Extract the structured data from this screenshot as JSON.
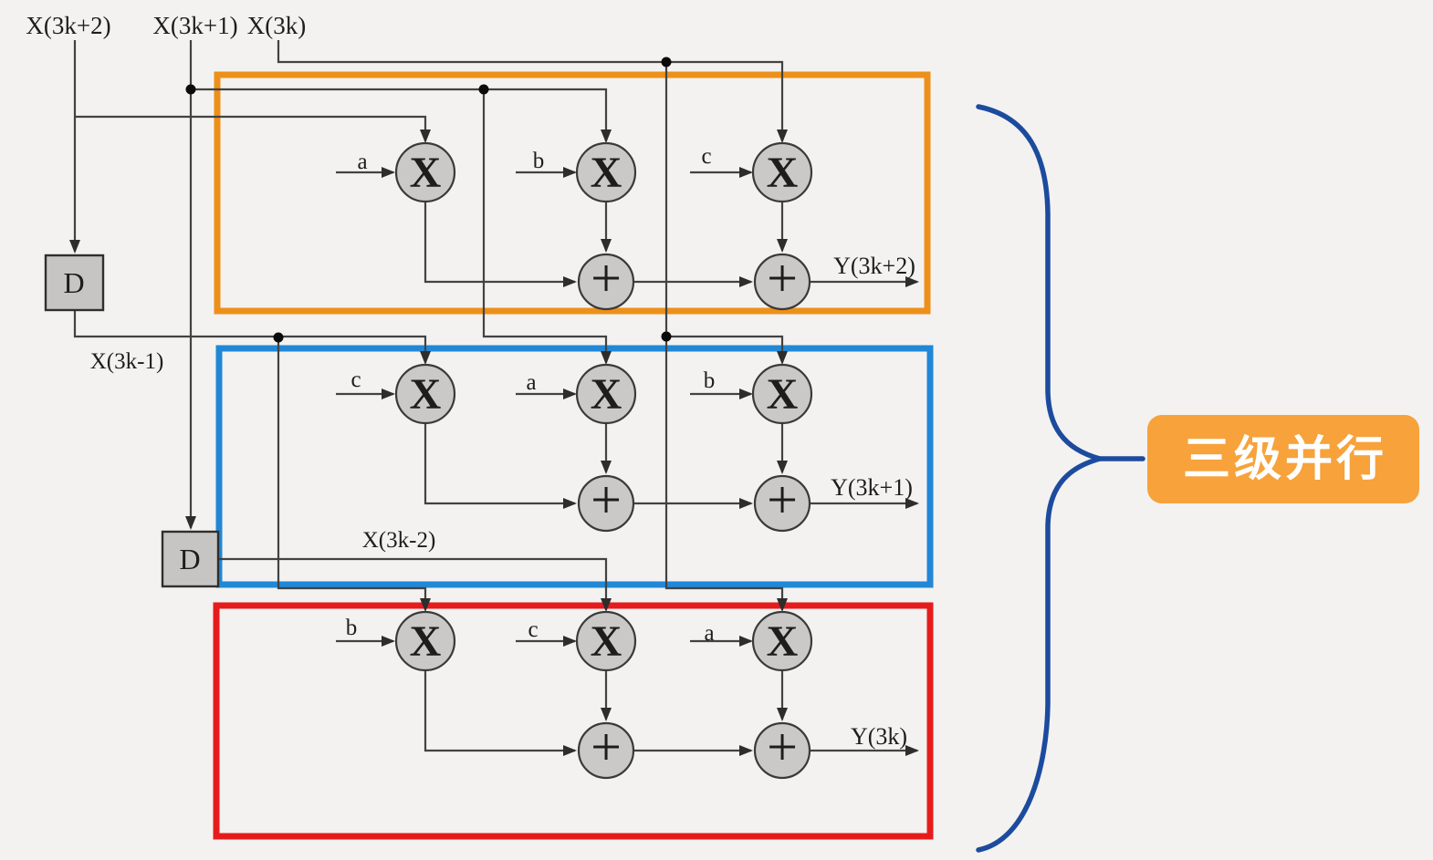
{
  "inputs": [
    "X(3k+2)",
    "X(3k+1)",
    "X(3k)"
  ],
  "delayed_signals": [
    "X(3k-1)",
    "X(3k-2)"
  ],
  "ops": {
    "multiply": "X",
    "add": "+",
    "delay": "D"
  },
  "stages": [
    {
      "color": "#ED9019",
      "output": "Y(3k+2)",
      "coeffs": [
        "a",
        "b",
        "c"
      ]
    },
    {
      "color": "#2187D6",
      "output": "Y(3k+1)",
      "coeffs": [
        "c",
        "a",
        "b"
      ]
    },
    {
      "color": "#E61C1C",
      "output": "Y(3k)",
      "coeffs": [
        "b",
        "c",
        "a"
      ]
    }
  ],
  "annotation": {
    "label": "三级并行",
    "bg": "#F7A23B",
    "text_color": "#FFFFFF",
    "brace_color": "#1C4B9E"
  }
}
